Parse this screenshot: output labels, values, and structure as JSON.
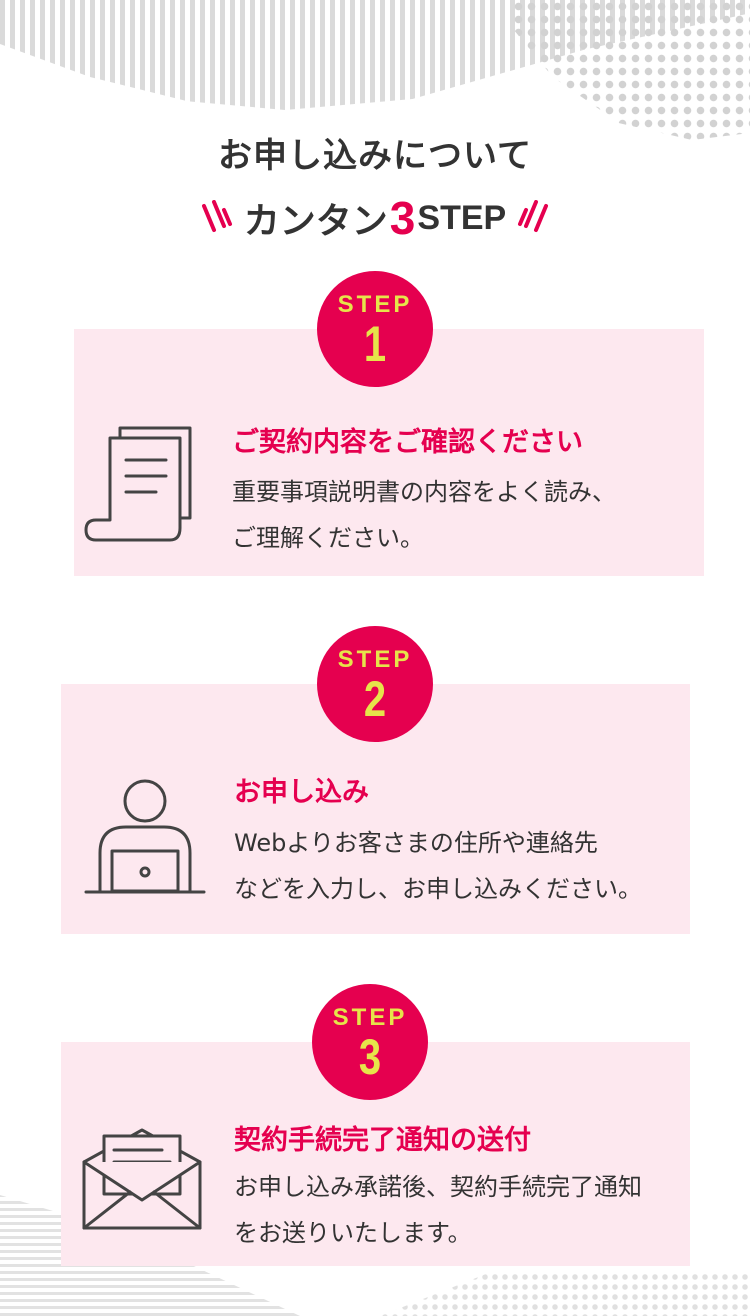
{
  "header": {
    "title": "お申し込みについて",
    "subtitle_main": "カンタン",
    "subtitle_number": "3",
    "subtitle_step": "STEP"
  },
  "steps": [
    {
      "badge_label": "STEP",
      "badge_number": "1",
      "title": "ご契約内容をご確認ください",
      "body_lines": [
        "重要事項説明書の内容をよく読み、",
        "ご理解ください。"
      ],
      "icon": "document-icon"
    },
    {
      "badge_label": "STEP",
      "badge_number": "2",
      "title": "お申し込み",
      "body_lines": [
        "Webよりお客さまの住所や連絡先",
        " などを入力し、お申し込みください。"
      ],
      "icon": "person-laptop-icon"
    },
    {
      "badge_label": "STEP",
      "badge_number": "3",
      "title": "契約手続完了通知の送付",
      "body_lines": [
        "お申し込み承諾後、契約手続完了通知",
        "をお送りいたします。"
      ],
      "icon": "envelope-letter-icon"
    }
  ],
  "colors": {
    "accent": "#e5004f",
    "badge_text": "#e6e44a",
    "card_bg": "#fde8ef",
    "text": "#333333"
  }
}
